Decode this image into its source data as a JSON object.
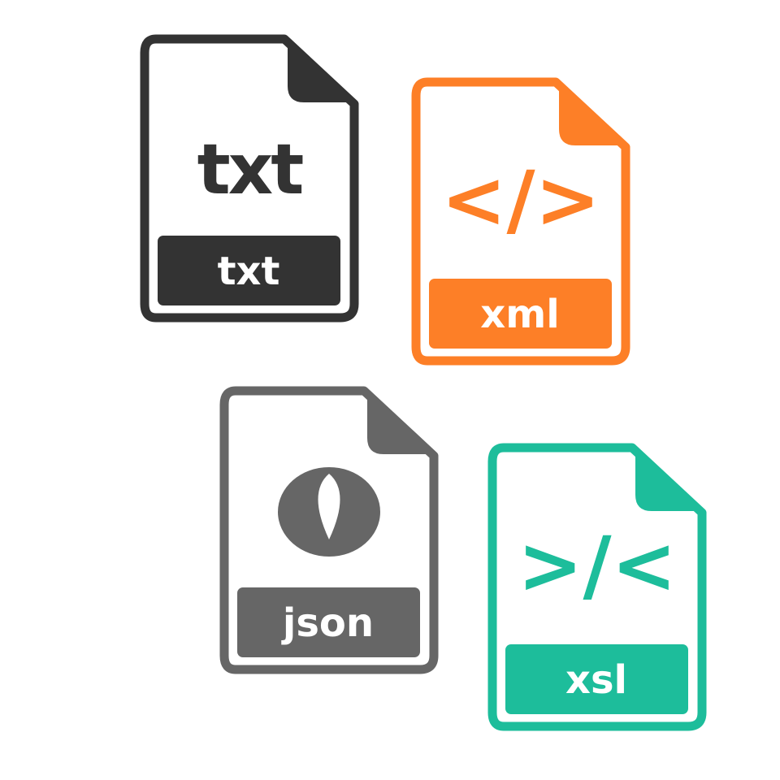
{
  "icons": [
    {
      "id": "txt",
      "name": "txt-file-icon",
      "color": "#333333",
      "symbol_type": "text",
      "symbol": "txt",
      "label": "txt"
    },
    {
      "id": "xml",
      "name": "xml-file-icon",
      "color": "#FD7F27",
      "symbol_type": "glyph",
      "symbol": "</>",
      "symbol_icon": "code-brackets-icon",
      "label": "xml"
    },
    {
      "id": "json",
      "name": "json-file-icon",
      "color": "#666666",
      "symbol_type": "shape",
      "symbol_icon": "json-logo-icon",
      "label": "json"
    },
    {
      "id": "xsl",
      "name": "xsl-file-icon",
      "color": "#1DBD9B",
      "symbol_type": "glyph",
      "symbol": ">/<",
      "symbol_icon": "reverse-code-brackets-icon",
      "label": "xsl"
    }
  ]
}
